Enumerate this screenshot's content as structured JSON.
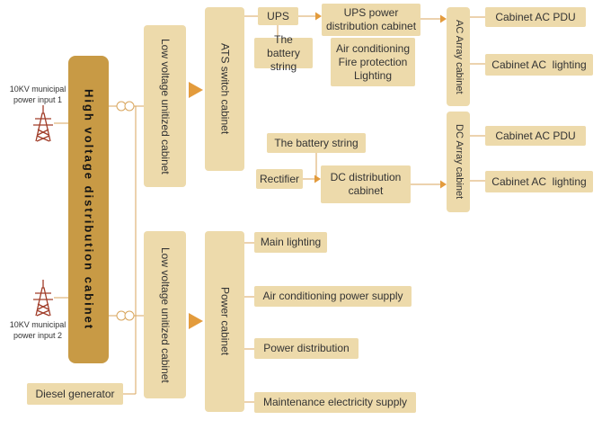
{
  "colors": {
    "dark_cabinet": "#c89a45",
    "light_box": "#eddaab",
    "line": "#d8a55c",
    "arrow": "#e39b3c",
    "tower": "#a03c28",
    "text": "#333333"
  },
  "sources": {
    "input1": "10KV municipal power input 1",
    "input2": "10KV municipal power input 2",
    "diesel": "Diesel generator"
  },
  "cabinets": {
    "high_voltage": "High voltage distribution cabinet",
    "low_voltage_top": "Low voltage unitized cabinet",
    "low_voltage_bottom": "Low voltage unitized cabinet",
    "ats": "ATS switch cabinet",
    "power": "Power cabinet",
    "ac_array": "AC Array cabinet",
    "dc_array": "DC Array cabinet"
  },
  "ups_branch": {
    "ups": "UPS",
    "battery": "The battery string",
    "distribution": "UPS power distribution cabinet",
    "loads": [
      "Air conditioning",
      "Fire protection",
      "Lighting"
    ],
    "pdu": "Cabinet AC PDU",
    "lighting": "Cabinet AC  lighting"
  },
  "dc_branch": {
    "battery": "The battery string",
    "rectifier": "Rectifier",
    "distribution": "DC distribution cabinet",
    "pdu": "Cabinet AC PDU",
    "lighting": "Cabinet AC  lighting"
  },
  "power_branch": {
    "main_lighting": "Main lighting",
    "ac_power": "Air conditioning power supply",
    "power_distribution": "Power distribution",
    "maintenance": "Maintenance electricity supply"
  }
}
